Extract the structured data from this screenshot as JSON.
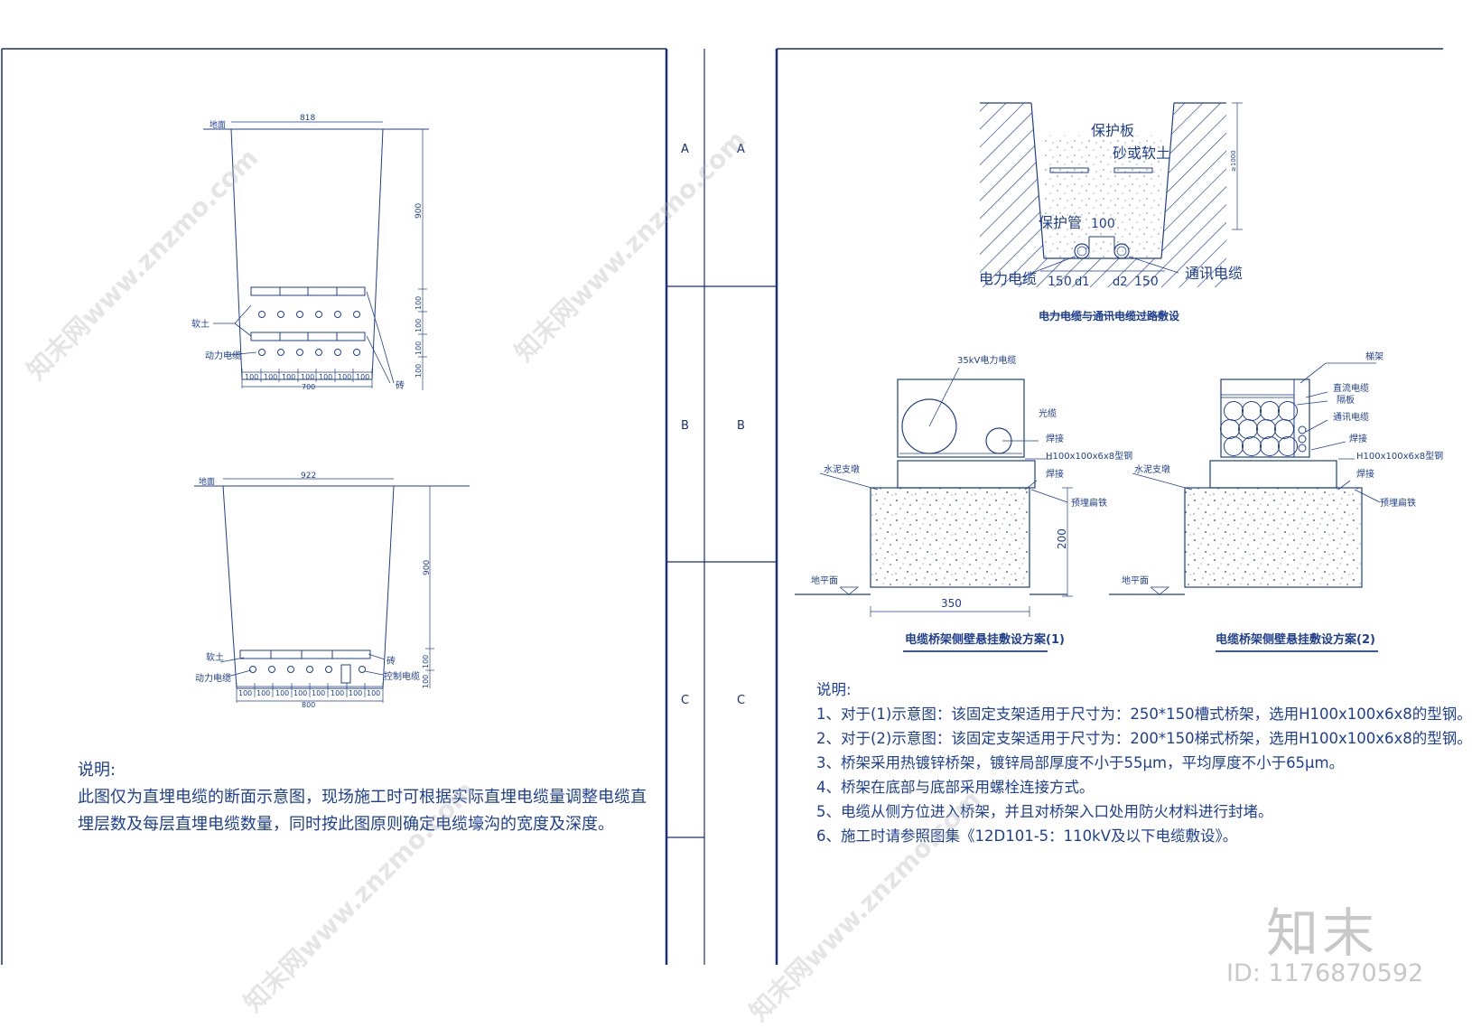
{
  "row_labels": [
    "A",
    "B",
    "C"
  ],
  "trench1": {
    "ground_label": "地面",
    "top_width": "818",
    "bottom_width": "700",
    "depth": "900",
    "layer_dims": [
      "100",
      "100",
      "100",
      "100"
    ],
    "cell_dims": [
      "100",
      "100",
      "100",
      "100",
      "100",
      "100",
      "100"
    ],
    "soft_soil": "软土",
    "power_cable": "动力电缆",
    "brick": "砖"
  },
  "trench2": {
    "ground_label": "地面",
    "top_width": "922",
    "bottom_width": "800",
    "depth": "900",
    "layer_dims": [
      "100",
      "100"
    ],
    "cell_dims": [
      "100",
      "100",
      "100",
      "100",
      "100",
      "100",
      "100",
      "100"
    ],
    "soft_soil": "软土",
    "power_cable": "动力电缆",
    "brick": "砖",
    "control_cable": "控制电缆"
  },
  "left_notes": {
    "title": "说明:",
    "lines": [
      "此图仅为直埋电缆的断面示意图，现场施工时可根据实际直埋电缆量调整电缆直",
      "埋层数及每层直埋电缆数量，同时按此图原则确定电缆壕沟的宽度及深度。"
    ]
  },
  "crossing": {
    "title": "电力电缆与通讯电缆过路敷设",
    "protect_plate": "保护板",
    "sand": "砂或软土",
    "protect_pipe": "保护管",
    "power_cable": "电力电缆",
    "comm_cable": "通讯电缆",
    "dim_100": "100",
    "dim_150_left": "150",
    "d1": "d1",
    "d2": "d2",
    "dim_150_right": "150",
    "depth": "≥1000"
  },
  "scheme1": {
    "title": "电缆桥架侧壁悬挂敷设方案(1)",
    "cable_35kv": "35kV电力电缆",
    "optical": "光缆",
    "weld1": "焊接",
    "steel": "H100x100x6x8型钢",
    "weld2": "焊接",
    "cement_pier": "水泥支墩",
    "embedded": "预埋扁铁",
    "height": "200",
    "ground": "地平面",
    "width": "350"
  },
  "scheme2": {
    "title": "电缆桥架侧壁悬挂敷设方案(2)",
    "ladder": "梯架",
    "dc_cable": "直流电缆",
    "partition": "隔板",
    "comm_cable": "通讯电缆",
    "weld1": "焊接",
    "steel": "H100x100x6x8型钢",
    "weld2": "焊接",
    "cement_pier": "水泥支墩",
    "embedded": "预埋扁铁",
    "ground": "地平面"
  },
  "right_notes": {
    "title": "说明:",
    "lines": [
      "1、对于(1)示意图：该固定支架适用于尺寸为：250*150槽式桥架，选用H100x100x6x8的型钢。",
      "2、对于(2)示意图：该固定支架适用于尺寸为：200*150梯式桥架，选用H100x100x6x8的型钢。",
      "3、桥架采用热镀锌桥架，镀锌局部厚度不小于55μm，平均厚度不小于65μm。",
      "4、桥架在底部与底部采用螺栓连接方式。",
      "5、电缆从侧方位进入桥架，并且对桥架入口处用防火材料进行封堵。",
      "6、施工时请参照图集《12D101-5：110kV及以下电缆敷设》。"
    ]
  },
  "watermark": {
    "brand": "知末",
    "id": "ID: 1176870592",
    "site": "知末网www.znzmo.com"
  },
  "colors": {
    "line": "#1f3f8f",
    "frame": "#1a2f7a",
    "watermark": "#c8c8c8"
  }
}
